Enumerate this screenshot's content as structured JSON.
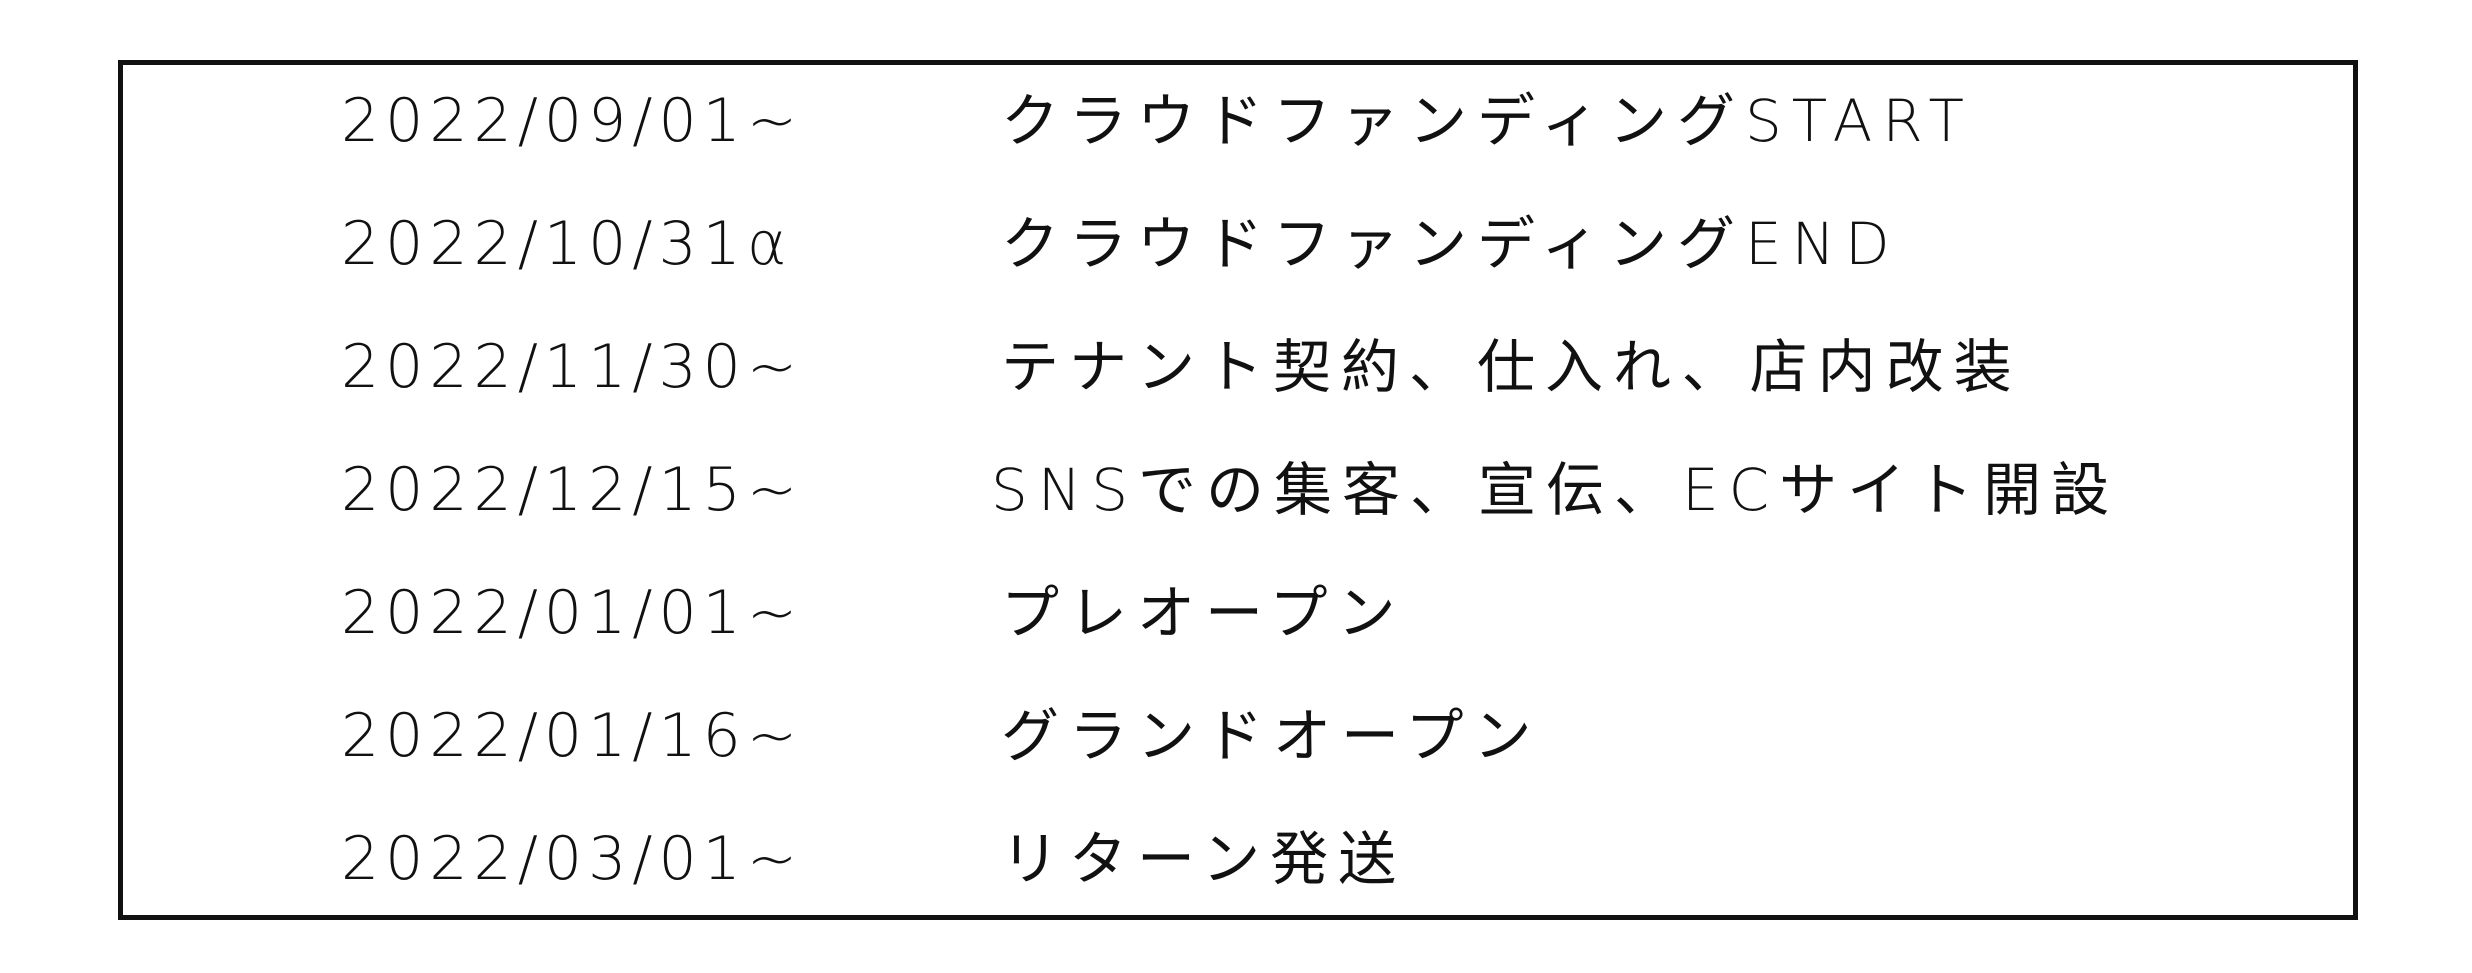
{
  "schedule": {
    "rows": [
      {
        "date": "2022/09/01~",
        "event": "クラウドファンディングSTART"
      },
      {
        "date": "2022/10/31α",
        "event": "クラウドファンディングEND"
      },
      {
        "date": "2022/11/30~",
        "event": "テナント契約、仕入れ、店内改装"
      },
      {
        "date": "2022/12/15~",
        "event": "SNSでの集客、宣伝、ECサイト開設"
      },
      {
        "date": "2022/01/01~",
        "event": "プレオープン"
      },
      {
        "date": "2022/01/16~",
        "event": "グランドオープン"
      },
      {
        "date": "2022/03/01~",
        "event": "リターン発送"
      }
    ]
  }
}
